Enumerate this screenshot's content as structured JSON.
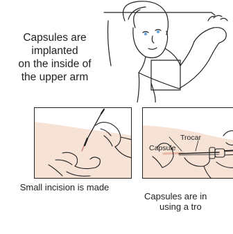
{
  "intro_text": {
    "line1": "Capsules are",
    "line2": "implanted",
    "line3": "on the inside of",
    "line4": "the upper arm"
  },
  "panels": {
    "incision": {
      "caption": "Small incision is made"
    },
    "insertion": {
      "label_trocar": "Trocar",
      "label_capsule": "Capsule",
      "caption_line1": "Capsules are in",
      "caption_line2": "using a tro"
    }
  },
  "colors": {
    "line": "#222222",
    "skin": "#f6e3d6",
    "eye": "#6fa8dc"
  }
}
